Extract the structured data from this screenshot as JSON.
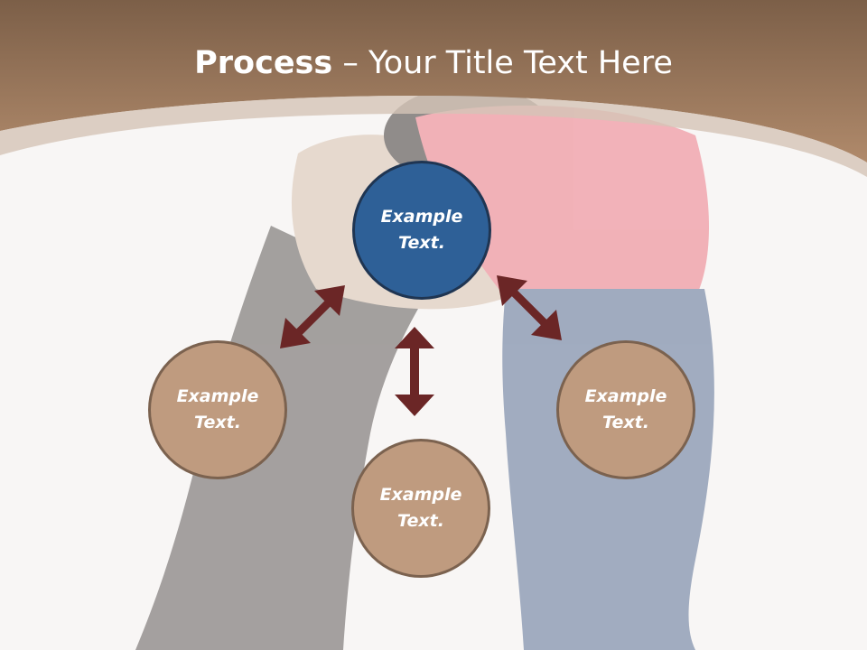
{
  "slide": {
    "title_bold": "Process",
    "title_rest": " – Your Title Text Here"
  },
  "nodes": [
    {
      "id": "top",
      "label": "Example\nText."
    },
    {
      "id": "left",
      "label": "Example\nText."
    },
    {
      "id": "bottom",
      "label": "Example\nText."
    },
    {
      "id": "right",
      "label": "Example\nText."
    }
  ],
  "colors": {
    "header_band": "#a17b5e",
    "primary_circle": "#2e6097",
    "secondary_circle": "#bf9b7f",
    "arrow": "#6b2626"
  }
}
